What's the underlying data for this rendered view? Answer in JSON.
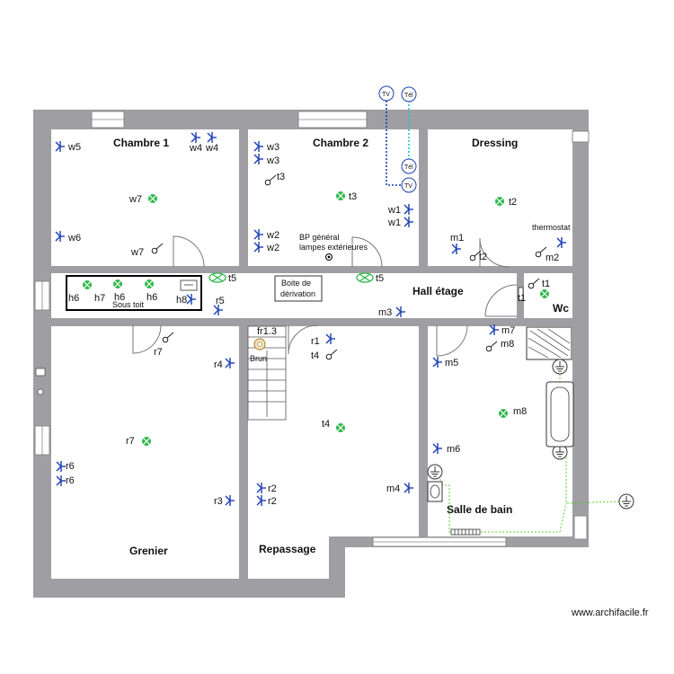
{
  "rooms": {
    "chambre1": "Chambre 1",
    "chambre2": "Chambre 2",
    "dressing": "Dressing",
    "hall": "Hall étage",
    "wc": "Wc",
    "grenier": "Grenier",
    "repassage": "Repassage",
    "salle_bain": "Salle de bain",
    "sous_toit": "Sous toit"
  },
  "notes": {
    "bp_line1": "BP général",
    "bp_line2": "lampes  extérieures",
    "boite_line1": "Boite de",
    "boite_line2": "dérivation",
    "thermostat": "thermostat",
    "brun": "Brun",
    "tv": "TV",
    "tel": "Tél"
  },
  "labels": {
    "w5": "w5",
    "w4": "w4",
    "w7": "w7",
    "w6": "w6",
    "w3": "w3",
    "t3": "t3",
    "w2": "w2",
    "w1": "w1",
    "t2": "t2",
    "m1": "m1",
    "m2": "m2",
    "t5": "t5",
    "r5": "r5",
    "h6": "h6",
    "h7": "h7",
    "h8": "h8",
    "m3": "m3",
    "t1": "t1",
    "fr13": "fr1.3",
    "r1": "r1",
    "t4": "t4",
    "r7": "r7",
    "r4": "r4",
    "m7": "m7",
    "m8": "m8",
    "m5": "m5",
    "m6": "m6",
    "r6": "r6",
    "r3": "r3",
    "r2": "r2",
    "m4": "m4"
  },
  "colors": {
    "wall": "#9e9ea3",
    "switch": "#1a3fb5",
    "light": "#2fb84a",
    "tv_cable": "#1a3fb5",
    "tel_cable": "#27c4c4",
    "ground": "#5cd12f"
  },
  "icons": {
    "switch": "switch-icon",
    "ceiling_light": "ceiling-light-icon",
    "socket": "socket-icon",
    "ground": "ground-icon",
    "wall_light": "wall-light-icon",
    "junction": "junction-icon"
  },
  "footer": {
    "credit": "www.archifacile.fr"
  }
}
